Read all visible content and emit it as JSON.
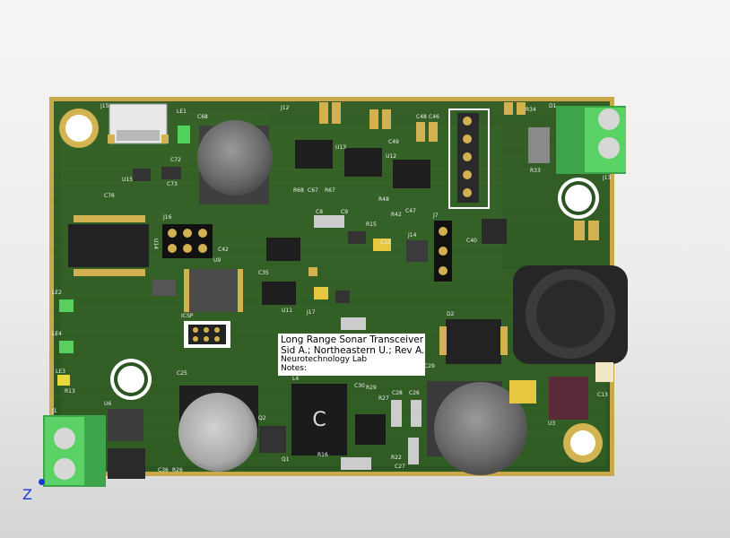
{
  "board": {
    "title_line1": "Long Range Sonar Transceiver",
    "title_line2": "Sid A.; Northeastern U.; Rev A.",
    "title_line3": "Neurotechnology Lab",
    "title_line4": "Notes:"
  },
  "axis": {
    "label": "Z"
  },
  "ref_designators": {
    "j15": "J15",
    "le1": "LE1",
    "c68": "C68",
    "j12": "J12",
    "c72": "C72",
    "u15": "U15",
    "c73": "C73",
    "c76": "C76",
    "u14": "U14",
    "j16": "J16",
    "c42": "C42",
    "u9": "U9",
    "icsp": "ICSP",
    "le2": "LE2",
    "le4": "LE4",
    "le3": "LE3",
    "r13": "R13",
    "j1": "J1",
    "c25": "C25",
    "q2": "Q2",
    "u13": "U13",
    "u12": "U12",
    "u11": "U11",
    "j17": "J17",
    "j14": "J14",
    "j7": "J7",
    "c48": "C48",
    "c46": "C46",
    "c49": "C49",
    "c47": "C47",
    "r68": "R68",
    "c67": "C67",
    "r67": "R67",
    "r48": "R48",
    "r42": "R42",
    "c8": "C8",
    "c9": "C9",
    "r15": "R15",
    "c12": "C12",
    "d2": "D2",
    "c29": "C29",
    "u3": "U3",
    "r34": "R34",
    "d1": "D1",
    "j13": "J13",
    "c40": "C40",
    "r33": "R33",
    "c28": "C28",
    "c26": "C26",
    "c27": "C27",
    "r27": "R27",
    "r29": "R29",
    "r22": "R22",
    "r16": "R16",
    "q1": "Q1",
    "c30": "C30",
    "c35": "C35",
    "c36": "C36",
    "r26": "R26",
    "c13": "C13",
    "u6": "U6",
    "l4": "L4"
  },
  "colors": {
    "board_green": "#2e5e22",
    "board_edge": "#c8a74a",
    "pad_gold": "#d4b150",
    "silkscreen": "#f1f1f1",
    "terminal_green": "#52c95c"
  }
}
